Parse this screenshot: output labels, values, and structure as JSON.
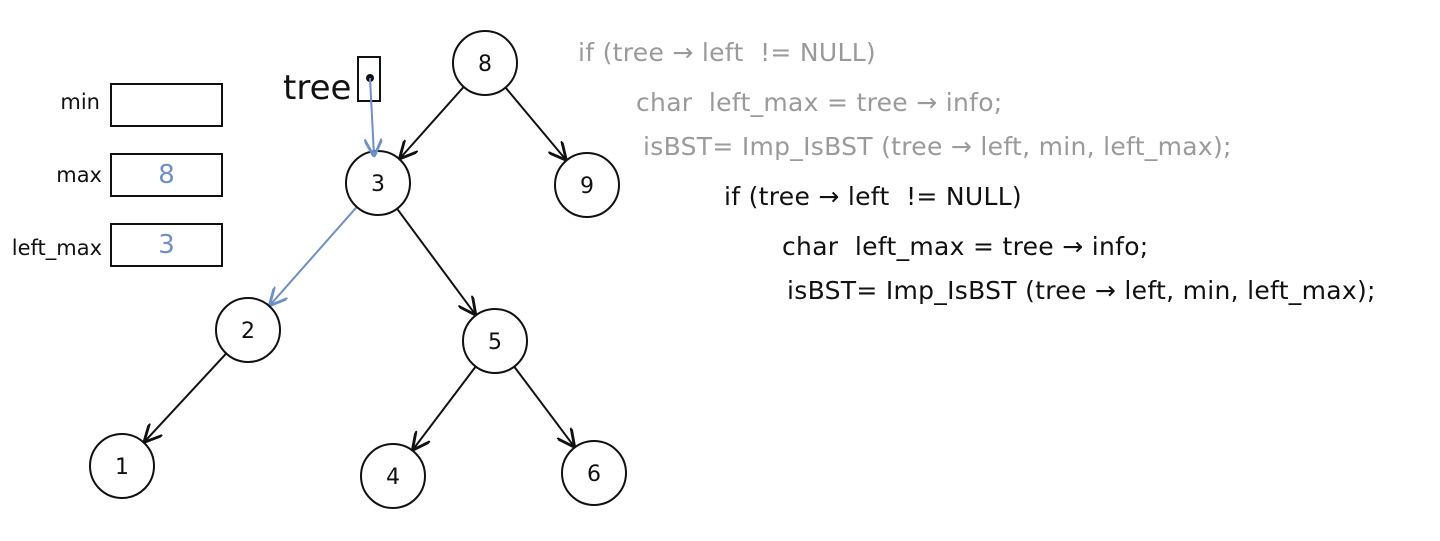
{
  "variables": {
    "min": {
      "label": "min",
      "value": ""
    },
    "max": {
      "label": "max",
      "value": "8"
    },
    "left_max": {
      "label": "left_max",
      "value": "3"
    }
  },
  "tree_pointer": {
    "label": "tree"
  },
  "tree": {
    "nodes": [
      {
        "id": "n8",
        "value": "8"
      },
      {
        "id": "n3",
        "value": "3"
      },
      {
        "id": "n9",
        "value": "9"
      },
      {
        "id": "n2",
        "value": "2"
      },
      {
        "id": "n5",
        "value": "5"
      },
      {
        "id": "n1",
        "value": "1"
      },
      {
        "id": "n4",
        "value": "4"
      },
      {
        "id": "n6",
        "value": "6"
      }
    ],
    "edges": [
      {
        "from": "n8",
        "to": "n3",
        "highlighted": false
      },
      {
        "from": "n8",
        "to": "n9",
        "highlighted": false
      },
      {
        "from": "n3",
        "to": "n2",
        "highlighted": true
      },
      {
        "from": "n3",
        "to": "n5",
        "highlighted": false
      },
      {
        "from": "n2",
        "to": "n1",
        "highlighted": false
      },
      {
        "from": "n5",
        "to": "n4",
        "highlighted": false
      },
      {
        "from": "n5",
        "to": "n6",
        "highlighted": false
      }
    ]
  },
  "code": {
    "outer": {
      "line1": "if (tree → left  != NULL)",
      "line2": "char  left_max = tree → info;",
      "line3": "isBST= Imp_IsBST (tree → left, min, left_max);"
    },
    "inner": {
      "line1": "if (tree → left  != NULL)",
      "line2": "char  left_max = tree → info;",
      "line3": "isBST= Imp_IsBST (tree → left, min, left_max);"
    }
  },
  "colors": {
    "ink": "#111111",
    "highlight": "#6f8fc6",
    "faded_code": "#9a9a9a"
  }
}
